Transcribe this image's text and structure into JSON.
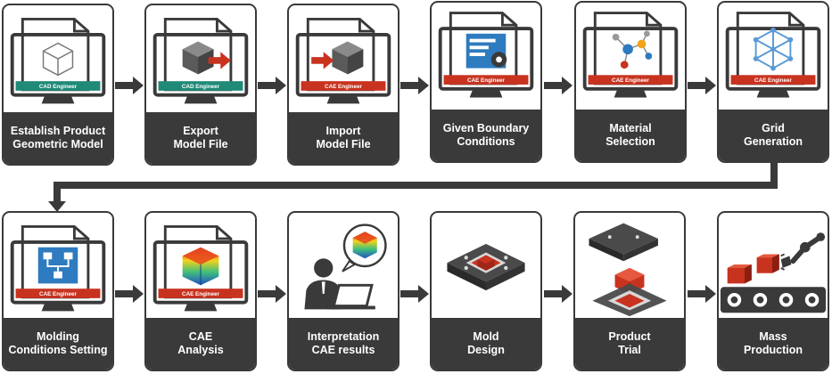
{
  "row1": [
    {
      "line1": "Establish Product",
      "line2": "Geometric Model",
      "badge": "CAD Engineer",
      "badge_color": "#1f8a78"
    },
    {
      "line1": "Export",
      "line2": "Model File",
      "badge": "CAD Engineer",
      "badge_color": "#1f8a78"
    },
    {
      "line1": "Import",
      "line2": "Model File",
      "badge": "CAE Engineer",
      "badge_color": "#c8331f"
    },
    {
      "line1": "Given Boundary",
      "line2": "Conditions",
      "badge": "CAE Engineer",
      "badge_color": "#c8331f"
    },
    {
      "line1": "Material",
      "line2": "Selection",
      "badge": "CAE Engineer",
      "badge_color": "#c8331f"
    },
    {
      "line1": "Grid",
      "line2": "Generation",
      "badge": "CAE Engineer",
      "badge_color": "#c8331f"
    }
  ],
  "row2": [
    {
      "line1": "Molding",
      "line2": "Conditions Setting",
      "badge": "CAE Engineer",
      "badge_color": "#c8331f"
    },
    {
      "line1": "CAE",
      "line2": "Analysis",
      "badge": "CAE Engineer",
      "badge_color": "#c8331f"
    },
    {
      "line1": "Interpretation",
      "line2": "CAE results"
    },
    {
      "line1": "Mold",
      "line2": "Design"
    },
    {
      "line1": "Product",
      "line2": "Trial"
    },
    {
      "line1": "Mass",
      "line2": "Production"
    }
  ],
  "colors": {
    "dark": "#3a3a3a",
    "red": "#c8331f",
    "teal": "#1f8a78",
    "blue": "#2e7bbf"
  }
}
